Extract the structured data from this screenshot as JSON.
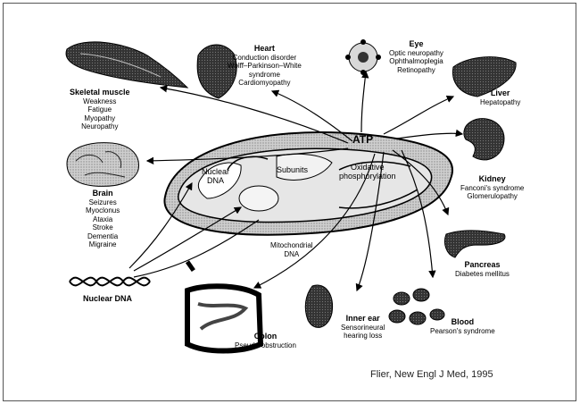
{
  "center": {
    "atp": "ATP",
    "nuclear_dna": "Nuclear\nDNA",
    "subunits": "Subunits",
    "oxidative": "Oxidative\nphosphorylation",
    "mito_dna": "Mitochondrial\nDNA"
  },
  "organs": {
    "skeletal_muscle": {
      "title": "Skeletal muscle",
      "items": [
        "Weakness",
        "Fatigue",
        "Myopathy",
        "Neuropathy"
      ]
    },
    "heart": {
      "title": "Heart",
      "items": [
        "Conduction disorder",
        "Wolff–Parkinson–White",
        "syndrome",
        "Cardiomyopathy"
      ]
    },
    "eye": {
      "title": "Eye",
      "items": [
        "Optic neuropathy",
        "Ophthalmoplegia",
        "Retinopathy"
      ]
    },
    "liver": {
      "title": "Liver",
      "items": [
        "Hepatopathy"
      ]
    },
    "kidney": {
      "title": "Kidney",
      "items": [
        "Fanconi's syndrome",
        "Glomerulopathy"
      ]
    },
    "brain": {
      "title": "Brain",
      "items": [
        "Seizures",
        "Myoclonus",
        "Ataxia",
        "Stroke",
        "Dementia",
        "Migraine"
      ]
    },
    "pancreas": {
      "title": "Pancreas",
      "items": [
        "Diabetes mellitus"
      ]
    },
    "blood": {
      "title": "Blood",
      "items": [
        "Pearson's syndrome"
      ]
    },
    "inner_ear": {
      "title": "Inner ear",
      "items": [
        "Sensorineural",
        "hearing loss"
      ]
    },
    "colon": {
      "title": "Colon",
      "items": [
        "Pseudo-obstruction"
      ]
    },
    "nuclear_dna": {
      "title": "Nuclear DNA",
      "items": []
    }
  },
  "citation": "Flier, New Engl J Med, 1995"
}
